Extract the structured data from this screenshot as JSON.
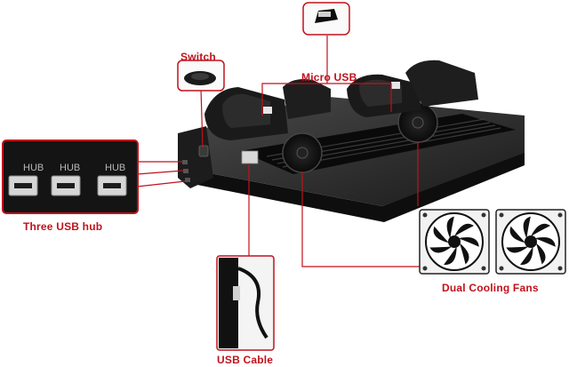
{
  "labels": {
    "switch": "Switch",
    "micro_usb": "Micro USB",
    "three_usb_hub": "Three USB hub",
    "usb_cable": "USB Cable",
    "dual_cooling_fans": "Dual Cooling Fans"
  },
  "hub_port_text": "HUB",
  "colors": {
    "callout_red": "#c0121c",
    "device_black": "#141414",
    "background": "#ffffff"
  }
}
